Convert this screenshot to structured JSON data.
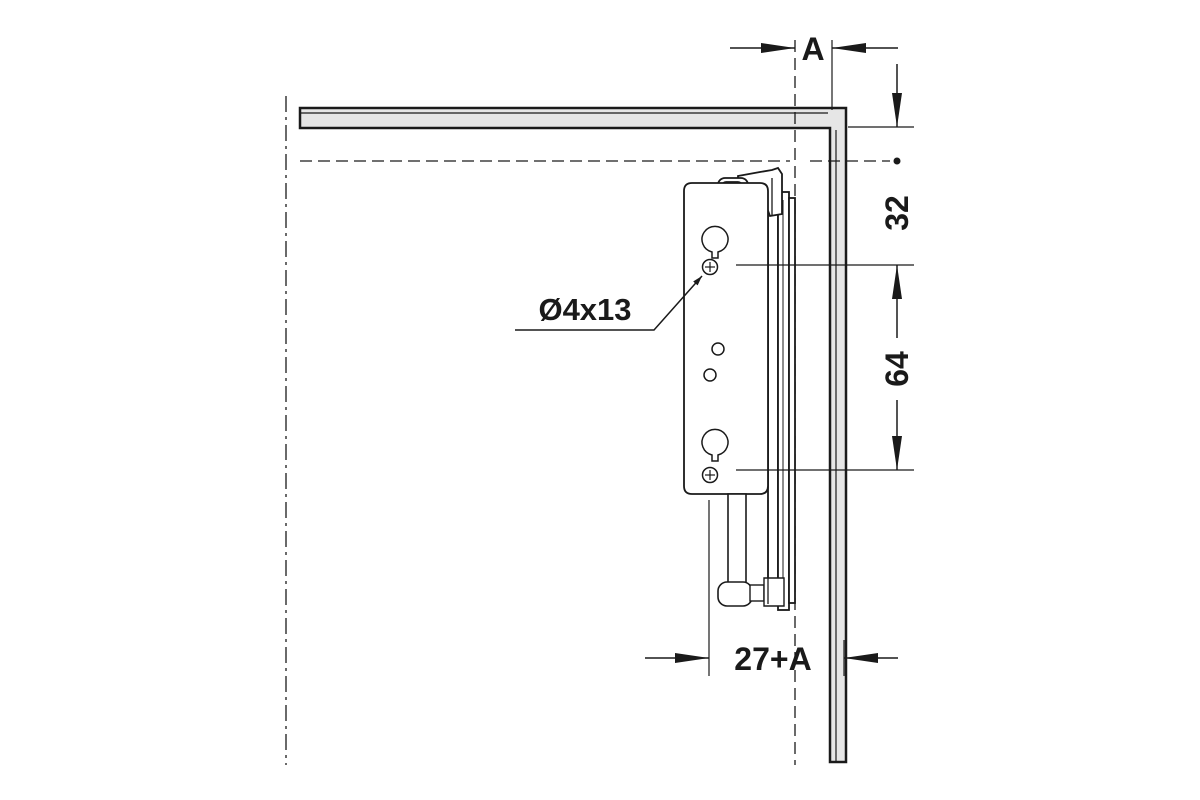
{
  "labels": {
    "dim_a": "A",
    "dim_32": "32",
    "dim_64": "64",
    "dim_27a": "27+A",
    "hole_spec": "Ø4x13"
  },
  "colors": {
    "stroke": "#1a1a1a",
    "panel_fill": "#e6e6e6",
    "background": "#ffffff"
  }
}
